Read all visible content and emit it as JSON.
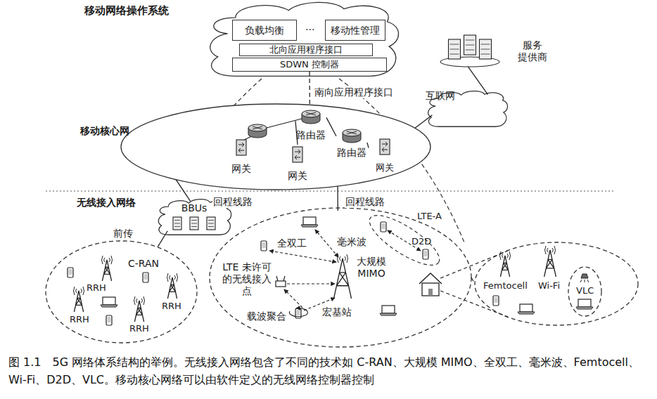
{
  "diagram": {
    "caption": "图 1.1　5G 网络体系结构的举例。无线接入网络包含了不同的技术如 C-RAN、大规模 MIMO、全双工、毫米波、Femtocell、Wi-Fi、D2D、VLC。移动核心网络可以由软件定义的无线网络控制器控制",
    "nodes": [
      {
        "text": [
          "移动网络操作系统"
        ]
      },
      {
        "text": [
          "负载均衡"
        ],
        "in": 0
      },
      {
        "text": [
          "移动性管理"
        ],
        "in": 0
      },
      {
        "text": [
          "北向应用程序接口"
        ],
        "in": 0
      },
      {
        "text": [
          "SDWN 控制器"
        ],
        "in": 0
      },
      {
        "text": [
          "服务 提供商"
        ]
      },
      {
        "text": [
          "互联网"
        ]
      },
      {
        "text": [
          "移动核心网"
        ]
      },
      {
        "text": [
          "路由器"
        ],
        "in": 7
      },
      {
        "text": [
          "路由器"
        ],
        "in": 7
      },
      {
        "text": [
          "网关"
        ],
        "in": 7
      },
      {
        "text": [
          "网关"
        ],
        "in": 7
      },
      {
        "text": [
          "网关"
        ],
        "in": 7
      },
      {
        "text": [
          "BBUs"
        ]
      },
      {
        "text": [
          "C-RAN"
        ]
      },
      {
        "text": [
          "宏基站"
        ]
      },
      {
        "text": [
          "LTE-A",
          "D2D"
        ],
        "in": 15
      },
      {
        "text": [
          "Femtocell",
          "Wi-Fi"
        ]
      },
      {
        "text": [
          "VLC"
        ],
        "in": 17
      }
    ],
    "edges": [
      {
        "from": 4,
        "to": 7,
        "label": "南向应用程序接口",
        "arrow": "none"
      },
      {
        "from": 7,
        "to": 6,
        "arrow": "none"
      },
      {
        "from": 6,
        "to": 5,
        "arrow": "none"
      },
      {
        "from": 7,
        "to": 13,
        "label": "回程线路",
        "arrow": "none"
      },
      {
        "from": 7,
        "to": 15,
        "label": "回程线路",
        "arrow": "none"
      },
      {
        "from": 13,
        "to": 14,
        "label": "前传",
        "arrow": "none"
      },
      {
        "from": 8,
        "to": 9,
        "arrow": "none"
      },
      {
        "from": 8,
        "to": 11,
        "arrow": "none"
      },
      {
        "from": 9,
        "to": 12,
        "arrow": "none"
      },
      {
        "from": 15,
        "to": 17,
        "arrow": "none"
      }
    ],
    "labels": [
      "···",
      "无线接入网络",
      "RRH",
      "RRH",
      "RRH",
      "RRH",
      "全双工",
      "毫米波",
      "LTE 未许可的无线接入点",
      "大规模 MIMO",
      "载波聚合"
    ]
  }
}
